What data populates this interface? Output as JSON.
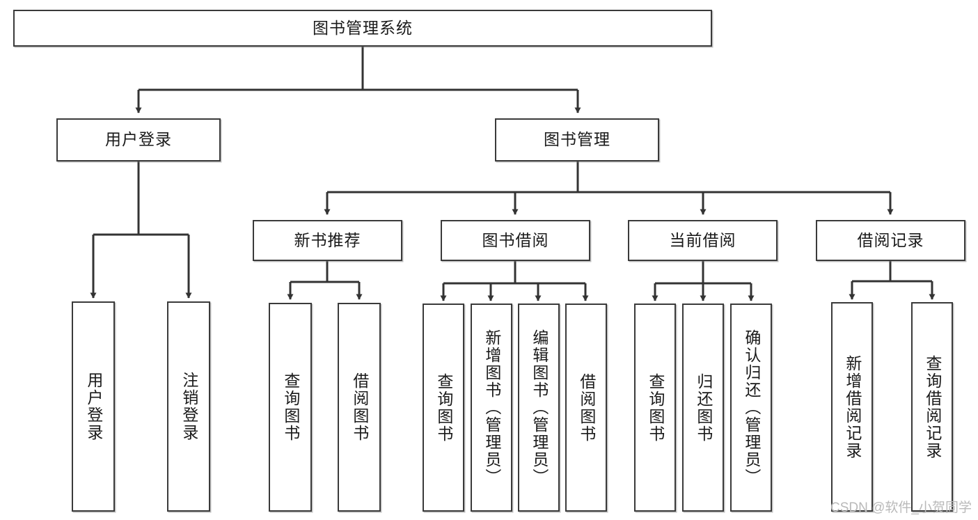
{
  "diagram": {
    "title": "图书管理系统",
    "type": "tree-hierarchy",
    "root": {
      "id": "root",
      "label": "图书管理系统"
    },
    "level2": [
      {
        "id": "user-login",
        "label": "用户登录"
      },
      {
        "id": "book-management",
        "label": "图书管理"
      }
    ],
    "level3": [
      {
        "id": "new-book-recommend",
        "label": "新书推荐",
        "parent": "book-management"
      },
      {
        "id": "book-borrow",
        "label": "图书借阅",
        "parent": "book-management"
      },
      {
        "id": "current-borrow",
        "label": "当前借阅",
        "parent": "book-management"
      },
      {
        "id": "borrow-record",
        "label": "借阅记录",
        "parent": "book-management"
      }
    ],
    "leaves": {
      "user_login": [
        {
          "id": "leaf-user-login",
          "label": "用户登录"
        },
        {
          "id": "leaf-logout-login",
          "label": "注销登录"
        }
      ],
      "new_book_recommend": [
        {
          "id": "leaf-query-book-1",
          "label": "查询图书"
        },
        {
          "id": "leaf-borrow-book-1",
          "label": "借阅图书"
        }
      ],
      "book_borrow": [
        {
          "id": "leaf-query-book-2",
          "label": "查询图书"
        },
        {
          "id": "leaf-add-book",
          "label": "新增图书（管理员）"
        },
        {
          "id": "leaf-edit-book",
          "label": "编辑图书（管理员）"
        },
        {
          "id": "leaf-borrow-book-2",
          "label": "借阅图书"
        }
      ],
      "current_borrow": [
        {
          "id": "leaf-query-book-3",
          "label": "查询图书"
        },
        {
          "id": "leaf-return-book",
          "label": "归还图书"
        },
        {
          "id": "leaf-confirm-return",
          "label": "确认归还（管理员）"
        }
      ],
      "borrow_record": [
        {
          "id": "leaf-add-record",
          "label": "新增借阅记录"
        },
        {
          "id": "leaf-query-record",
          "label": "查询借阅记录"
        }
      ]
    },
    "colors": {
      "border": "#3a3a3a",
      "background": "#ffffff",
      "text": "#1a1a1a",
      "connector": "#333333",
      "watermark": "#b9b9b9"
    }
  },
  "watermark": {
    "text": "CSDN @软件_小贺同学"
  }
}
